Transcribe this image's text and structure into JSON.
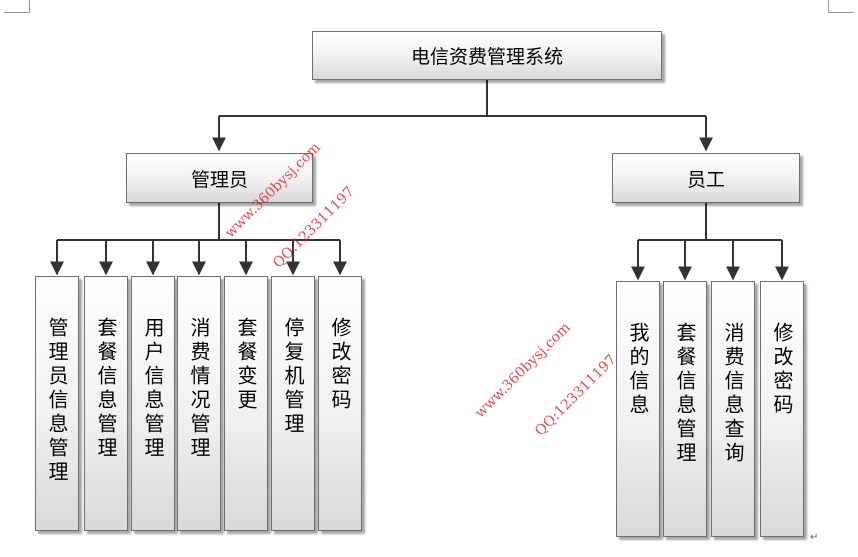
{
  "root": {
    "label": "电信资费管理系统"
  },
  "admin": {
    "label": "管理员",
    "items": [
      "管理员信息管理",
      "套餐信息管理",
      "用户信息管理",
      "消费情况管理",
      "套餐变更",
      "停复机管理",
      "修改密码"
    ]
  },
  "staff": {
    "label": "员工",
    "items": [
      "我的信息",
      "套餐信息管理",
      "消费信息查询",
      "修改密码"
    ]
  },
  "watermarks": [
    "www.360bysj.com",
    "QQ:123311197",
    "www.360bysj.com",
    "QQ:123311197"
  ],
  "colors": {
    "line": "#333333",
    "box_border": "#6f6f6f",
    "watermark": "#e02020"
  }
}
